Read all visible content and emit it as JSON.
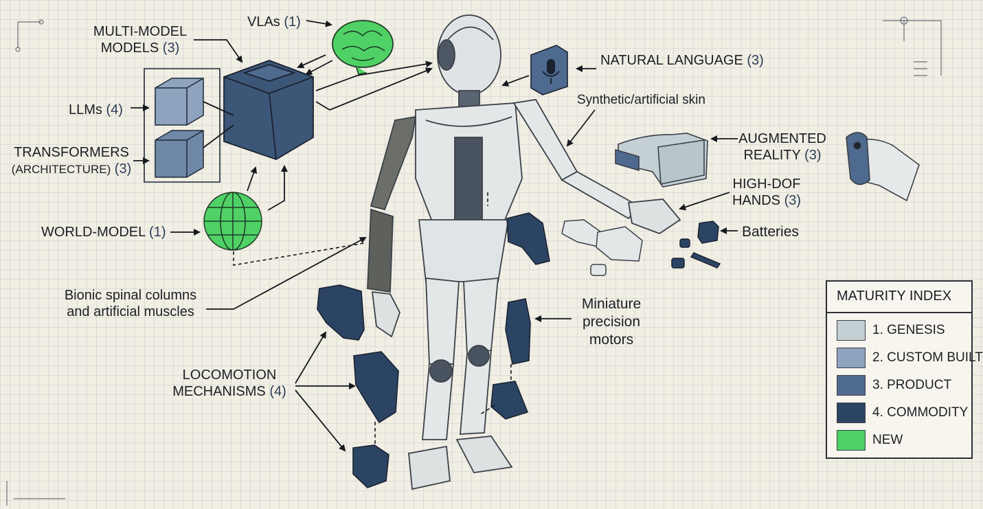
{
  "labels": {
    "vlas": {
      "text": "VLAs",
      "count": "(1)"
    },
    "multi_model_line1": "MULTI-MODEL",
    "multi_model_line2": {
      "text": "MODELS",
      "count": "(3)"
    },
    "llms": {
      "text": "LLMs",
      "count": "(4)"
    },
    "transformers_line1": "TRANSFORMERS",
    "transformers_line2": {
      "text": "(ARCHITECTURE)",
      "count": "(3)"
    },
    "world_model": {
      "text": "WORLD-MODEL",
      "count": "(1)"
    },
    "natural_language": {
      "text": "NATURAL LANGUAGE",
      "count": "(3)"
    },
    "synthetic_skin": "Synthetic/artificial skin",
    "augmented_line1": "AUGMENTED",
    "augmented_line2": {
      "text": "REALITY",
      "count": "(3)"
    },
    "highdof_line1": "HIGH-DOF",
    "highdof_line2": {
      "text": "HANDS",
      "count": "(3)"
    },
    "batteries": "Batteries",
    "bionic_line1": "Bionic spinal columns",
    "bionic_line2": "and artificial muscles",
    "miniature_line1": "Miniature",
    "miniature_line2": "precision",
    "miniature_line3": "motors",
    "locomotion_line1": "LOCOMOTION",
    "locomotion_line2": {
      "text": "MECHANISMS",
      "count": "(4)"
    }
  },
  "legend": {
    "title": "MATURITY INDEX",
    "items": [
      {
        "label": "1. GENESIS",
        "color": "#c4d0d4"
      },
      {
        "label": "2. CUSTOM BUILT",
        "color": "#8da3be"
      },
      {
        "label": "3. PRODUCT",
        "color": "#4e6a8e"
      },
      {
        "label": "4. COMMODITY",
        "color": "#2c4464"
      },
      {
        "label": "NEW",
        "color": "#4fd166"
      }
    ]
  },
  "colors": {
    "genesis": "#c4d0d4",
    "custom_built": "#8da3be",
    "product": "#4e6a8e",
    "commodity": "#2c4464",
    "new": "#4fd166",
    "robot_body": "#e3e7e8",
    "ink": "#15191e"
  },
  "icons": [
    "brain-icon",
    "microphone-icon",
    "globe-icon",
    "vr-headset-icon",
    "remote-controller-icon",
    "robot-figure"
  ]
}
